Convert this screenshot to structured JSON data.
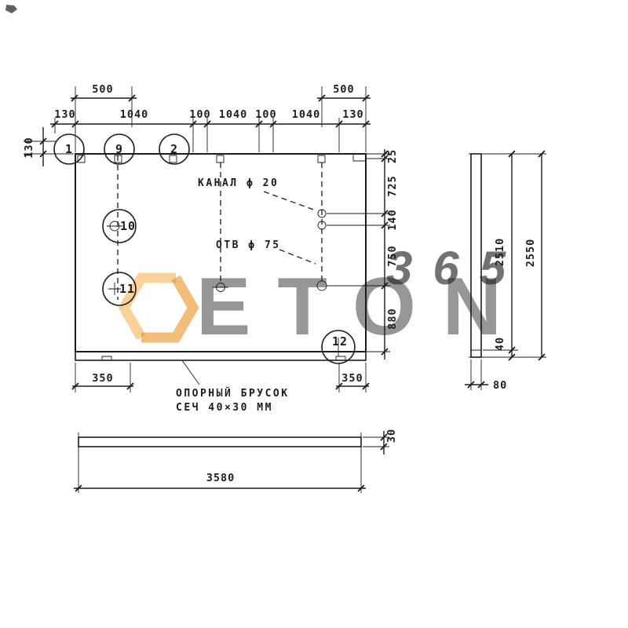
{
  "colors": {
    "ink": "#1c1c1c",
    "watermark_gray": "#8f8f8f",
    "watermark_orange": "#f0941f",
    "hex_light": "#f6ab45",
    "hex_dark": "#e8860e"
  },
  "watermark": {
    "brand": "ETON",
    "number": "365"
  },
  "plan_view": {
    "dim_500_left": "500",
    "dim_500_right": "500",
    "top_chain": [
      "130",
      "1040",
      "100",
      "1040",
      "100",
      "1040",
      "130"
    ],
    "left_dim": "130",
    "right_chain": [
      "25",
      "725",
      "140",
      "750",
      "880"
    ],
    "bottom_left_dim": "350",
    "bottom_right_dim": "350",
    "callouts": [
      "1",
      "9",
      "2",
      "10",
      "11",
      "12"
    ],
    "channel_label": "КАНАЛ ϕ 20",
    "hole_label": "ОТВ ϕ 75",
    "support_note_line1": "ОПОРНЫЙ БРУСОК",
    "support_note_line2": "СЕЧ 40×30 ММ"
  },
  "side_view": {
    "dim_2510": "2510",
    "dim_2550": "2550",
    "dim_40": "40",
    "dim_80": "80"
  },
  "bottom_view": {
    "dim_3580": "3580",
    "dim_30": "30"
  }
}
